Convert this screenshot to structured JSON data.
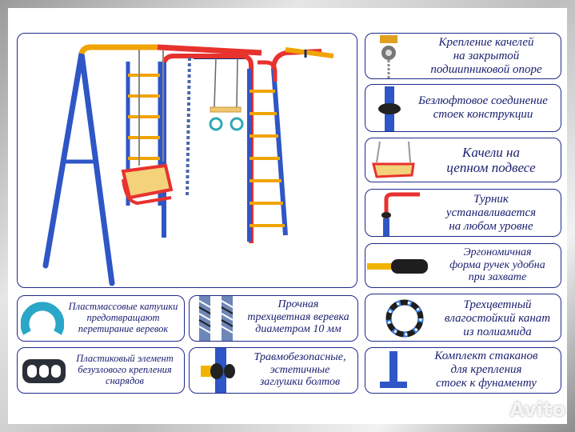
{
  "features": [
    {
      "icon": "bearing-mount-icon",
      "lines": [
        "Крепление качелей",
        "на закрытой",
        "подшипниковой опоре"
      ]
    },
    {
      "icon": "pole-joint-icon",
      "lines": [
        "Безлюфтовое соединение",
        "стоек конструкции"
      ]
    },
    {
      "icon": "chain-swing-icon",
      "lines": [
        "Качели на",
        "цепном подвесе"
      ]
    },
    {
      "icon": "pull-up-bar-icon",
      "lines": [
        "Турник",
        "устанавливается",
        "на любом уровне"
      ]
    },
    {
      "icon": "handle-grip-icon",
      "lines": [
        "Эргономичная",
        "форма ручек удобна",
        "при захвате"
      ]
    },
    {
      "icon": "spool-icon",
      "lines": [
        "Пластмассовые катушки",
        "предотвращают",
        "перетирание веревок"
      ]
    },
    {
      "icon": "braided-rope-icon",
      "lines": [
        "Прочная",
        "трехцветная веревка",
        "диаметром 10 мм"
      ]
    },
    {
      "icon": "rope-coil-icon",
      "lines": [
        "Трехцветный",
        "влагостойкий канат",
        "из полиамида"
      ]
    },
    {
      "icon": "knotless-clip-icon",
      "lines": [
        "Пластиковый элемент",
        "безузлового крепления",
        "снарядов"
      ]
    },
    {
      "icon": "bolt-cap-icon",
      "lines": [
        "Травмобезопасные,",
        "эстетичные",
        "заглушки болтов"
      ]
    },
    {
      "icon": "anchor-cup-icon",
      "lines": [
        "Комплект стаканов",
        "для крепления",
        "стоек к фунаменту"
      ]
    }
  ],
  "watermark": "Avito"
}
